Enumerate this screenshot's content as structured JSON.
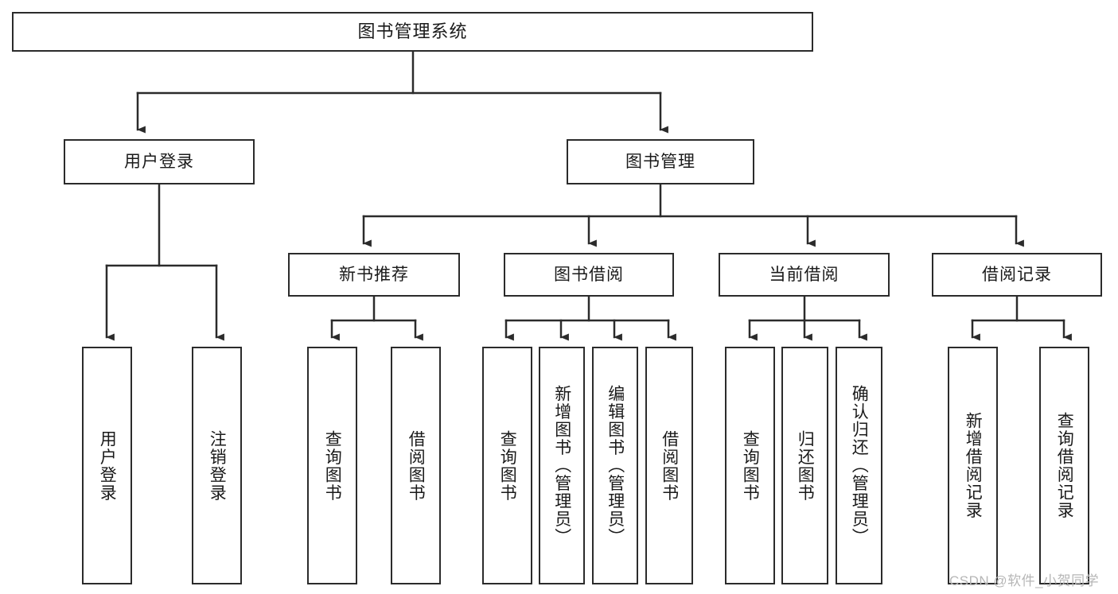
{
  "diagram": {
    "type": "tree",
    "title": "图书管理系统",
    "stroke_color": "#2b2b2b",
    "background_color": "#ffffff",
    "text_color": "#1a1a1a"
  },
  "root": {
    "label": "图书管理系统"
  },
  "level2": [
    {
      "label": "用户登录"
    },
    {
      "label": "图书管理"
    }
  ],
  "level3": [
    {
      "label": "新书推荐"
    },
    {
      "label": "图书借阅"
    },
    {
      "label": "当前借阅"
    },
    {
      "label": "借阅记录"
    }
  ],
  "leaves": {
    "user_login": [
      {
        "label": "用户登录"
      },
      {
        "label": "注销登录"
      }
    ],
    "new_book": [
      {
        "label": "查询图书"
      },
      {
        "label": "借阅图书"
      }
    ],
    "book_borrow": [
      {
        "label": "查询图书"
      },
      {
        "label": "新增图书（管理员）"
      },
      {
        "label": "编辑图书（管理员）"
      },
      {
        "label": "借阅图书"
      }
    ],
    "current_borrow": [
      {
        "label": "查询图书"
      },
      {
        "label": "归还图书"
      },
      {
        "label": "确认归还（管理员）"
      }
    ],
    "borrow_record": [
      {
        "label": "新增借阅记录"
      },
      {
        "label": "查询借阅记录"
      }
    ]
  },
  "watermark": {
    "text": "CSDN @软件_小贺同学",
    "color": "#b6b6b6"
  }
}
